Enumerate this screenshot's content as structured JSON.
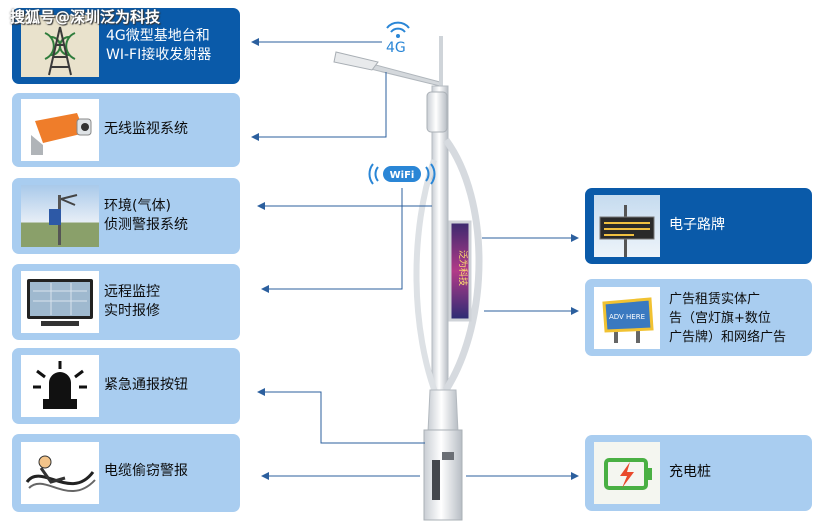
{
  "watermark": "搜狐号@深圳泛为科技",
  "signal_label": "4G",
  "wifi_label": "WiFi",
  "left_items": [
    {
      "label": "4G微型基地台和\nWI-FI接收发射器",
      "icon": "cell-tower-icon",
      "style": "dark"
    },
    {
      "label": "无线监视系统",
      "icon": "surveillance-camera-icon",
      "style": "light"
    },
    {
      "label": "环境(气体)\n侦测警报系统",
      "icon": "weather-station-icon",
      "style": "light"
    },
    {
      "label": "远程监控\n实时报修",
      "icon": "monitor-icon",
      "style": "light"
    },
    {
      "label": "紧急通报按钮",
      "icon": "alarm-beacon-icon",
      "style": "light"
    },
    {
      "label": "电缆偷窃警报",
      "icon": "cable-theft-icon",
      "style": "light"
    }
  ],
  "right_items": [
    {
      "label": "电子路牌",
      "icon": "led-sign-icon",
      "style": "dark"
    },
    {
      "label": "广告租赁实体广\n告（宫灯旗+数位\n广告牌）和网络广告",
      "icon": "billboard-icon",
      "style": "light"
    },
    {
      "label": "充电桩",
      "icon": "charging-icon",
      "style": "light"
    }
  ],
  "billboard_text": "ADV HERE",
  "colors": {
    "dark_card": "#0a5aa9",
    "light_card": "#a9cdf0",
    "arrow": "#2b5f9e",
    "wifi": "#2a86d6"
  }
}
